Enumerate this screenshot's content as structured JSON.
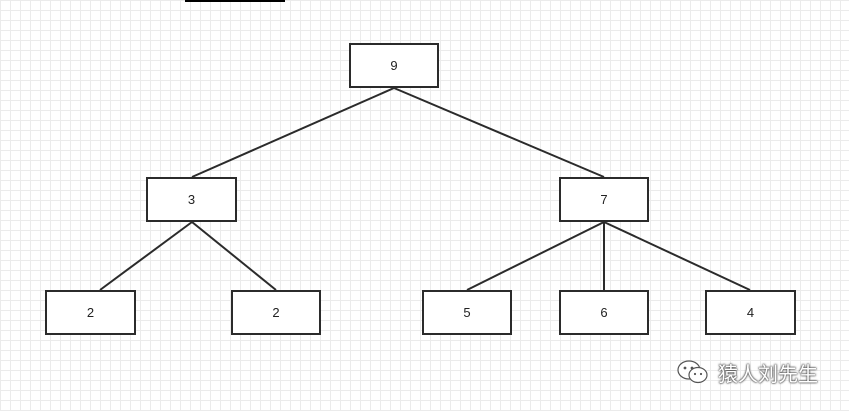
{
  "tree": {
    "root": {
      "label": "9"
    },
    "level1": [
      {
        "label": "3"
      },
      {
        "label": "7"
      }
    ],
    "level2": [
      {
        "label": "2"
      },
      {
        "label": "2"
      },
      {
        "label": "5"
      },
      {
        "label": "6"
      },
      {
        "label": "4"
      }
    ]
  },
  "watermark": {
    "text": "猿人刘先生",
    "icon": "wechat-icon"
  },
  "colors": {
    "line": "#2b2b2b",
    "grid": "#ebebeb",
    "background": "#ffffff"
  }
}
